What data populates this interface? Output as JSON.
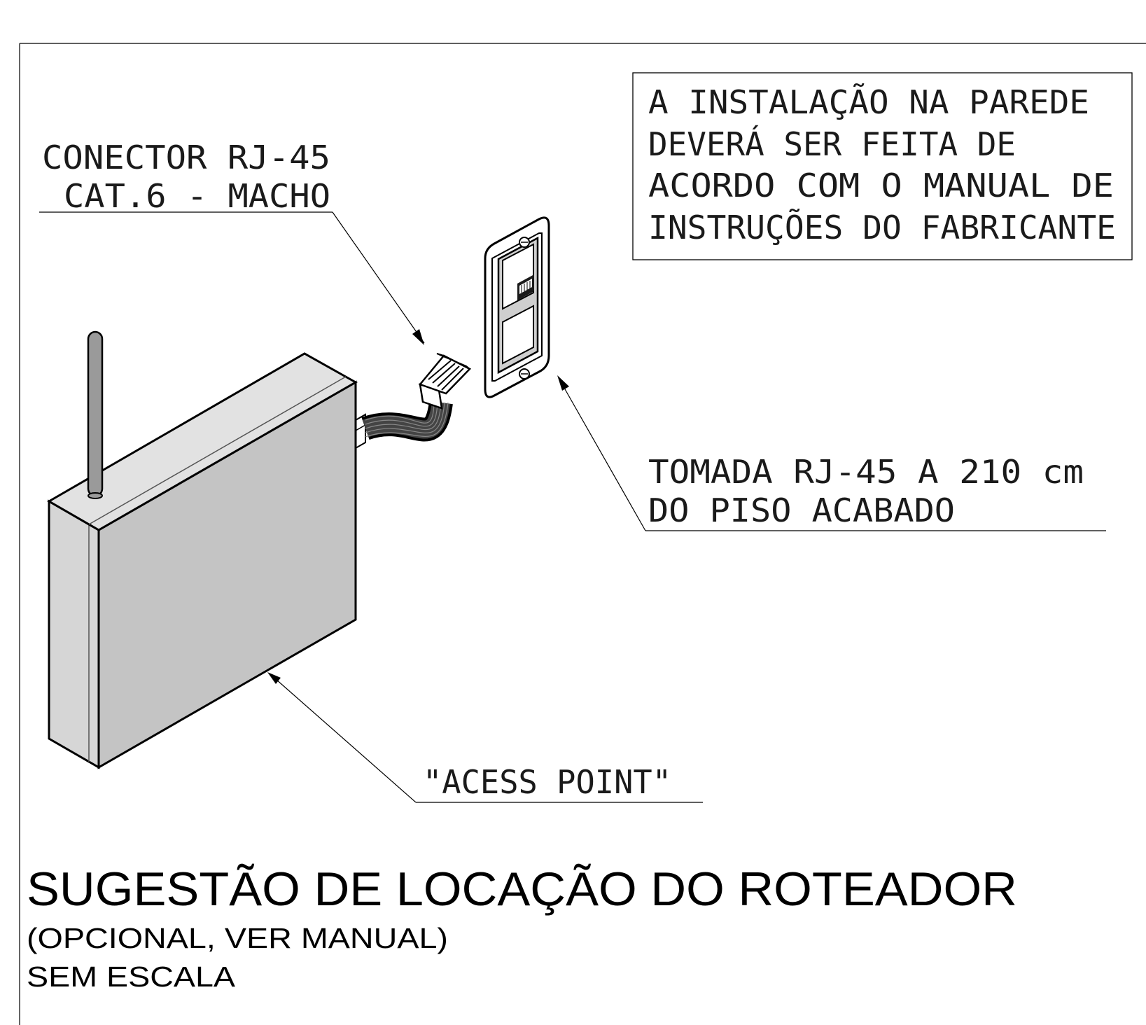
{
  "note_box": {
    "lines": [
      "A INSTALAÇÃO NA PAREDE",
      "DEVERÁ SER FEITA DE",
      "ACORDO COM O MANUAL DE",
      "INSTRUÇÕES DO FABRICANTE"
    ]
  },
  "labels": {
    "connector": {
      "line1": "CONECTOR RJ-45",
      "line2": "CAT.6 - MACHO"
    },
    "outlet": {
      "line1": "TOMADA RJ-45 A 210 cm",
      "line2": "DO PISO ACABADO"
    },
    "access_point": "\"ACESS POINT\""
  },
  "title_block": {
    "title": "SUGESTÃO DE LOCAÇÃO DO ROTEADOR",
    "subtitle": "(OPCIONAL, VER MANUAL)",
    "scale": "SEM ESCALA"
  },
  "colors": {
    "line": "#000000",
    "router_front": "#d6d6d6",
    "router_side": "#c4c4c4",
    "router_top": "#e2e2e2",
    "antenna": "#9a9a9a",
    "outlet_panel": "#cfcfcf"
  }
}
